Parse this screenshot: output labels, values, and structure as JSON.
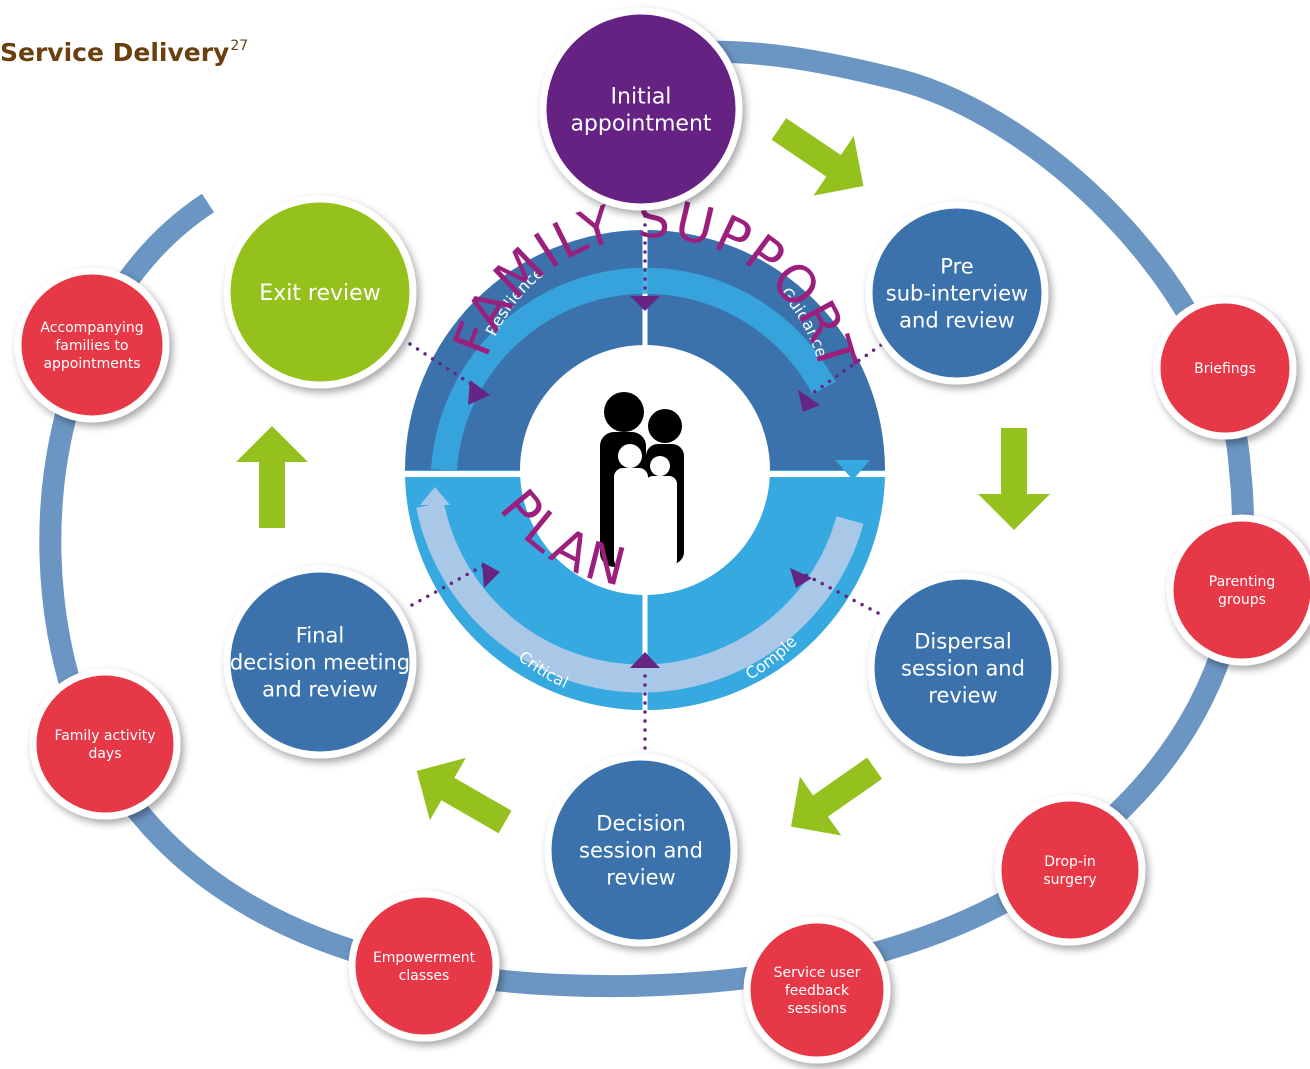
{
  "title": {
    "text": "Service Delivery",
    "footnote": "27"
  },
  "center": {
    "words": [
      "FAMILY SUPPORT",
      "PLAN"
    ],
    "quadrants": [
      "Resilience",
      "Guidance",
      "Complex",
      "Critical"
    ]
  },
  "stages": [
    {
      "id": "initial-appointment",
      "lines": [
        "Initial",
        "appointment"
      ],
      "color": "#662483"
    },
    {
      "id": "pre-sub-interview",
      "lines": [
        "Pre",
        "sub-interview",
        "and review"
      ],
      "color": "#3b72ab"
    },
    {
      "id": "dispersal-session",
      "lines": [
        "Dispersal",
        "session and",
        "review"
      ],
      "color": "#3b72ab"
    },
    {
      "id": "decision-session",
      "lines": [
        "Decision",
        "session and",
        "review"
      ],
      "color": "#3b72ab"
    },
    {
      "id": "final-decision-meeting",
      "lines": [
        "Final",
        "decision meeting",
        "and review"
      ],
      "color": "#3b72ab"
    },
    {
      "id": "exit-review",
      "lines": [
        "Exit review"
      ],
      "color": "#95c11f"
    }
  ],
  "services": [
    {
      "id": "accompanying-families",
      "lines": [
        "Accompanying",
        "families to",
        "appointments"
      ]
    },
    {
      "id": "briefings",
      "lines": [
        "Briefings"
      ]
    },
    {
      "id": "parenting-groups",
      "lines": [
        "Parenting",
        "groups"
      ]
    },
    {
      "id": "drop-in-surgery",
      "lines": [
        "Drop-in",
        "surgery"
      ]
    },
    {
      "id": "service-user-feedback",
      "lines": [
        "Service user",
        "feedback",
        "sessions"
      ]
    },
    {
      "id": "empowerment-classes",
      "lines": [
        "Empowerment",
        "classes"
      ]
    },
    {
      "id": "family-activity-days",
      "lines": [
        "Family activity",
        "days"
      ]
    }
  ],
  "colors": {
    "ring": "#6b95c2",
    "stage_blue": "#3b72ab",
    "stage_purple": "#662483",
    "stage_green": "#95c11f",
    "service_red": "#e63946",
    "arrow_green": "#95c11f",
    "hub_dark": "#3b72ab",
    "hub_light": "#36a9e1",
    "hub_pale": "#a9c8e8",
    "center_text": "#9b1f7d",
    "title": "#6b3f0e"
  }
}
